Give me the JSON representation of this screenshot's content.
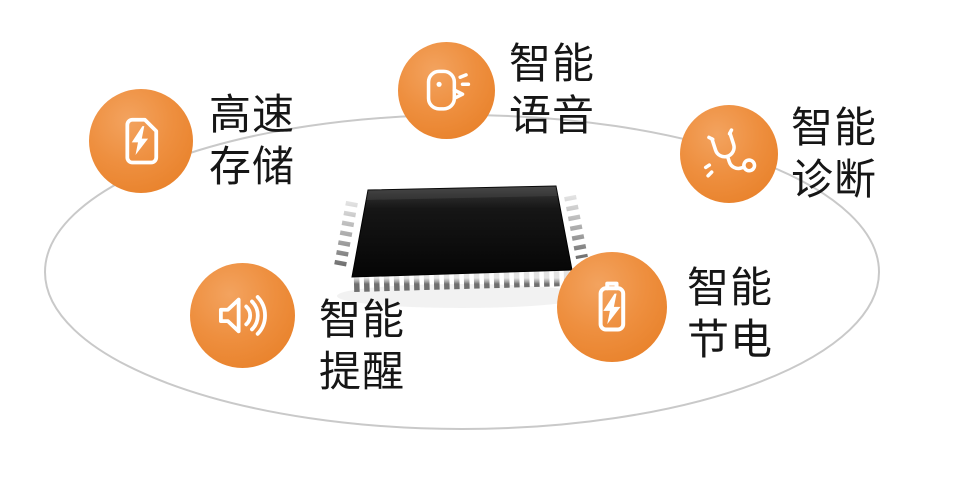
{
  "colors": {
    "accent_orange": "#EC8A38",
    "accent_orange_light": "#F3A35F",
    "accent_orange_dark": "#E67C22",
    "text": "#161616",
    "ellipse_stroke": "#C9C9C9",
    "chip_body": "#0D0D0D",
    "pin_silver": "#A9A9A9",
    "background": "#FFFFFF"
  },
  "center_graphic": {
    "object": "processor-chip",
    "platform": "ellipse-outline"
  },
  "features": [
    {
      "id": "high-speed-storage",
      "line1": "高速",
      "line2": "存储",
      "icon": "memory-card-lightning-icon"
    },
    {
      "id": "smart-voice",
      "line1": "智能",
      "line2": "语音",
      "icon": "speaking-head-icon"
    },
    {
      "id": "smart-diagnosis",
      "line1": "智能",
      "line2": "诊断",
      "icon": "stethoscope-icon"
    },
    {
      "id": "smart-reminder",
      "line1": "智能",
      "line2": "提醒",
      "icon": "loudspeaker-icon"
    },
    {
      "id": "smart-power-saving",
      "line1": "智能",
      "line2": "节电",
      "icon": "battery-lightning-icon"
    }
  ]
}
